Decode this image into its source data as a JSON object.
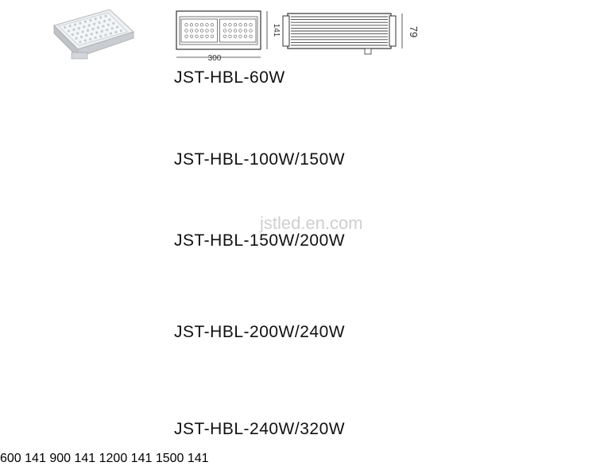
{
  "watermark": "jstled.en.com",
  "products": [
    {
      "model": "JST-HBL-60W",
      "length": "300",
      "height": "141",
      "depth": "79"
    },
    {
      "model": "JST-HBL-100W/150W",
      "length": "600",
      "height": "141"
    },
    {
      "model": "JST-HBL-150W/200W",
      "length": "900",
      "height": "141"
    },
    {
      "model": "JST-HBL-200W/240W",
      "length": "1200",
      "height": "141"
    },
    {
      "model": "JST-HBL-240W/320W",
      "length": "1500",
      "height": "141"
    }
  ],
  "colors": {
    "housing": "#1c1c1c",
    "endcap": "#e8633a",
    "silver": "#d9dde0",
    "line": "#333333"
  }
}
